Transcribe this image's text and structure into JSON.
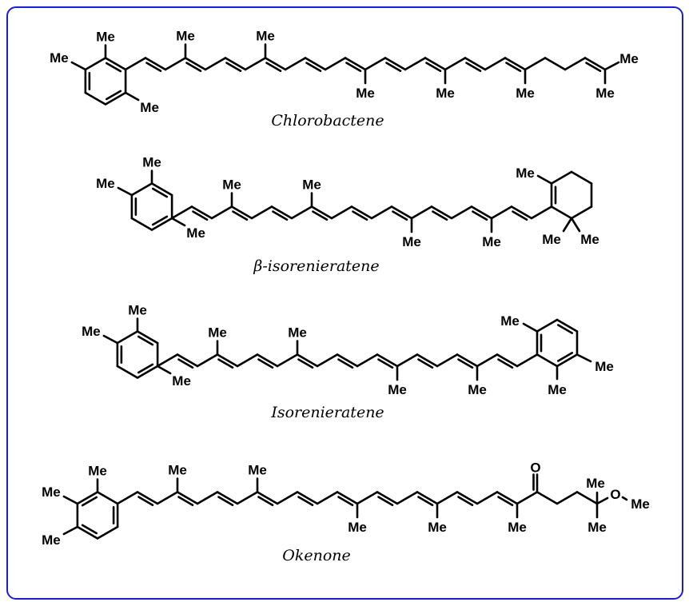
{
  "labels": {
    "methyl": "Me",
    "oxygen": "O"
  },
  "molecules": [
    {
      "name": "Chlorobactene"
    },
    {
      "name": "β-isorenieratene"
    },
    {
      "name": "Isorenieratene"
    },
    {
      "name": "Okenone"
    }
  ],
  "colors": {
    "frame": "#1c1cd0",
    "bond": "#000000"
  }
}
